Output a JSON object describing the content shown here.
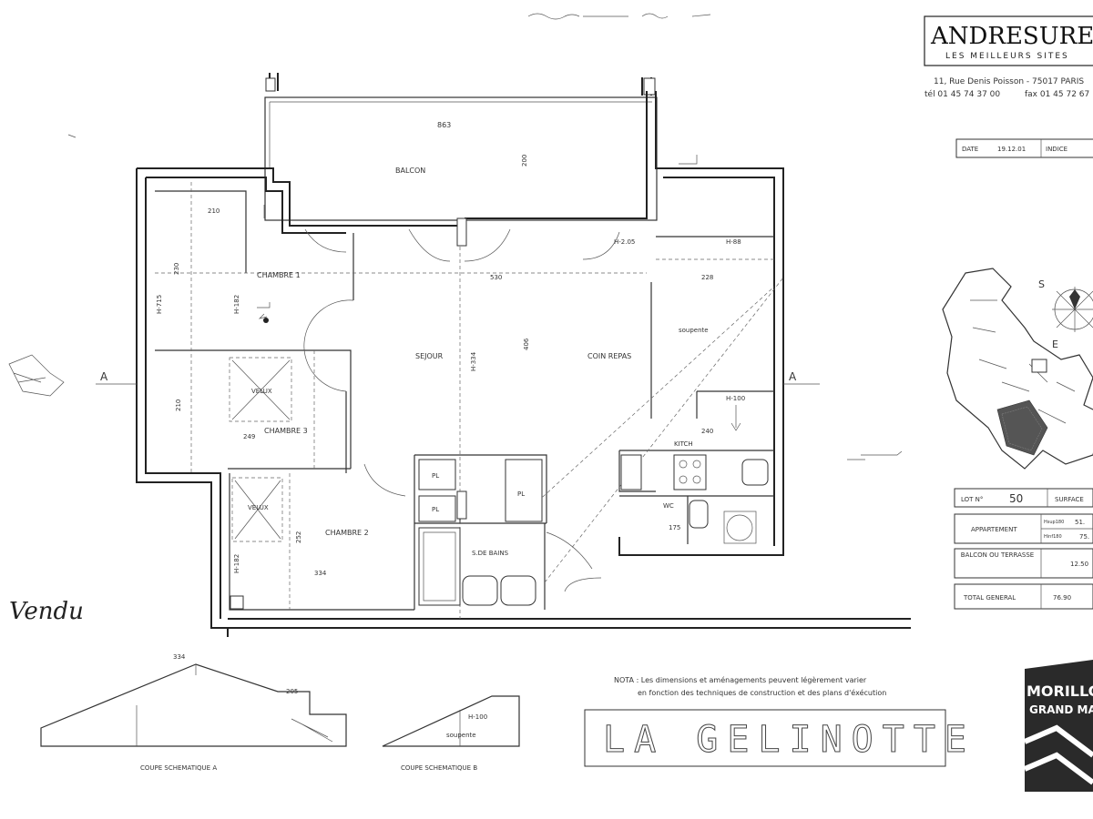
{
  "header": {
    "top_scribble": ""
  },
  "brand": {
    "name": "ANDRESURELLI",
    "tagline": "LES MEILLEURS SITES",
    "address": "11, Rue Denis Poisson - 75017 PARIS",
    "tel": "tél 01 45 74 37 00",
    "fax": "fax 01 45 72 67"
  },
  "title_block": {
    "date_label": "DATE",
    "date_value": "19.12.01",
    "index_label": "INDICE"
  },
  "rooms": {
    "balcon": "BALCON",
    "chambre1": "CHAMBRE 1",
    "chambre2": "CHAMBRE 2",
    "chambre3": "CHAMBRE 3",
    "sejour": "SEJOUR",
    "coin_repas": "COIN REPAS",
    "kitch": "KITCH",
    "sdb": "S.DE BAINS",
    "wc": "WC",
    "soupente": "soupente",
    "velux1": "VELUX",
    "velux2": "VELUX",
    "pl1": "PL",
    "pl2": "PL",
    "pl3": "PL"
  },
  "dimensions": {
    "d863": "863",
    "d200": "200",
    "d210a": "210",
    "d230": "230",
    "d715": "H-715",
    "d182a": "H-182",
    "d210b": "210",
    "d249": "249",
    "d530": "530",
    "d228": "228",
    "d334": "H-334",
    "d406": "406",
    "d240": "240",
    "d175": "175",
    "d334b": "334",
    "d252": "252",
    "d182b": "H-182",
    "h205": "H-2.05",
    "h88": "H-88",
    "h100": "H-100",
    "sec_a": "A",
    "sec_a2": "A"
  },
  "lot": {
    "lot_label": "LOT N°",
    "lot_number": "50",
    "surface_label": "SURFACE",
    "rows": [
      {
        "label": "APPARTEMENT",
        "sub1": "Hsup180",
        "val1": "51.",
        "sub2": "Hinf180",
        "val2": "75."
      },
      {
        "label": "BALCON OU TERRASSE",
        "value": "12.50"
      },
      {
        "label": "TOTAL GENERAL",
        "value": "76.90"
      }
    ]
  },
  "handwritten": {
    "vendu": "Vendu"
  },
  "note": {
    "line1": "NOTA : Les dimensions et aménagements peuvent légèrement varier",
    "line2": "en fonction des techniques de construction et des plans d'éxécution"
  },
  "project_name": "LA GELINOTTE",
  "sections": {
    "a_label": "COUPE SCHEMATIQUE A",
    "b_label": "COUPE SCHEMATIQUE B",
    "a_334": "334",
    "a_205": "205",
    "b_soupente": "soupente",
    "b_h_label": "H-100"
  },
  "developer": {
    "line1": "MORILLO",
    "line2": "GRAND MASSIF"
  },
  "compass": {
    "s": "S",
    "e": "E"
  }
}
